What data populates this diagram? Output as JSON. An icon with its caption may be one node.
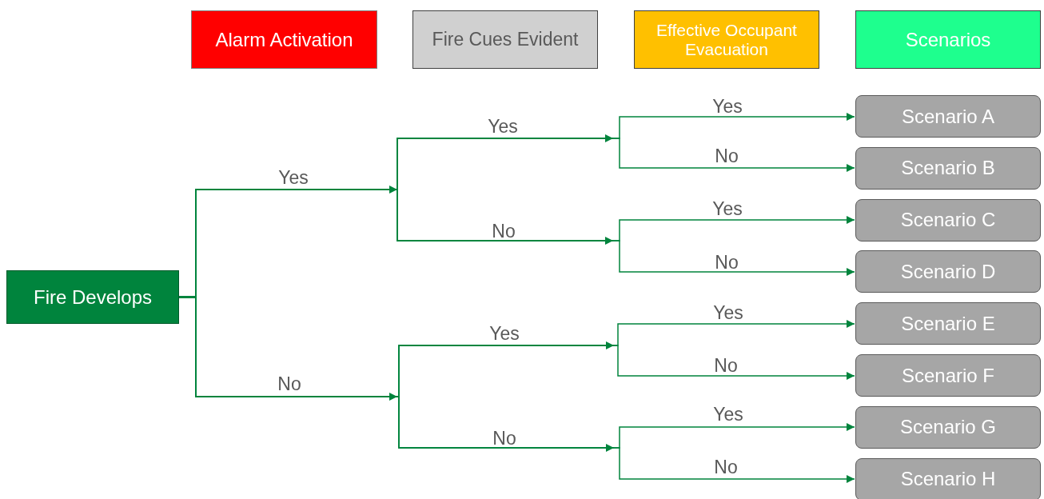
{
  "diagram": {
    "nodes": [
      {
        "text": [
          "Alarm Activation"
        ]
      },
      {
        "text": [
          "Fire Cues Evident"
        ]
      },
      {
        "text": [
          "Effective Occupant Evacuation"
        ]
      },
      {
        "text": [
          "Scenarios"
        ]
      },
      {
        "text": [
          "Fire Develops"
        ]
      },
      {
        "text": [
          "Scenario A"
        ]
      },
      {
        "text": [
          "Scenario B"
        ]
      },
      {
        "text": [
          "Scenario C"
        ]
      },
      {
        "text": [
          "Scenario D"
        ]
      },
      {
        "text": [
          "Scenario E"
        ]
      },
      {
        "text": [
          "Scenario F"
        ]
      },
      {
        "text": [
          "Scenario G"
        ]
      },
      {
        "text": [
          "Scenario H"
        ]
      }
    ],
    "edges": [
      {
        "from": 4,
        "to": null,
        "arrow": "to",
        "label": "Yes"
      },
      {
        "from": 4,
        "to": null,
        "arrow": "to",
        "label": "No"
      },
      {
        "from": 4,
        "to": null,
        "arrow": "to",
        "label": "Yes"
      },
      {
        "from": 4,
        "to": null,
        "arrow": "to",
        "label": "No"
      },
      {
        "from": 4,
        "to": null,
        "arrow": "to",
        "label": "Yes"
      },
      {
        "from": 4,
        "to": null,
        "arrow": "to",
        "label": "No"
      },
      {
        "from": 4,
        "to": 5,
        "arrow": "to",
        "label": "Yes"
      },
      {
        "from": 4,
        "to": 6,
        "arrow": "to",
        "label": "No"
      },
      {
        "from": 4,
        "to": 7,
        "arrow": "to",
        "label": "Yes"
      },
      {
        "from": 4,
        "to": 8,
        "arrow": "to",
        "label": "No"
      },
      {
        "from": 4,
        "to": 9,
        "arrow": "to",
        "label": "Yes"
      },
      {
        "from": 4,
        "to": 10,
        "arrow": "to",
        "label": "No"
      },
      {
        "from": 4,
        "to": 11,
        "arrow": "to",
        "label": "Yes"
      },
      {
        "from": 4,
        "to": 12,
        "arrow": "to",
        "label": "No"
      }
    ]
  }
}
